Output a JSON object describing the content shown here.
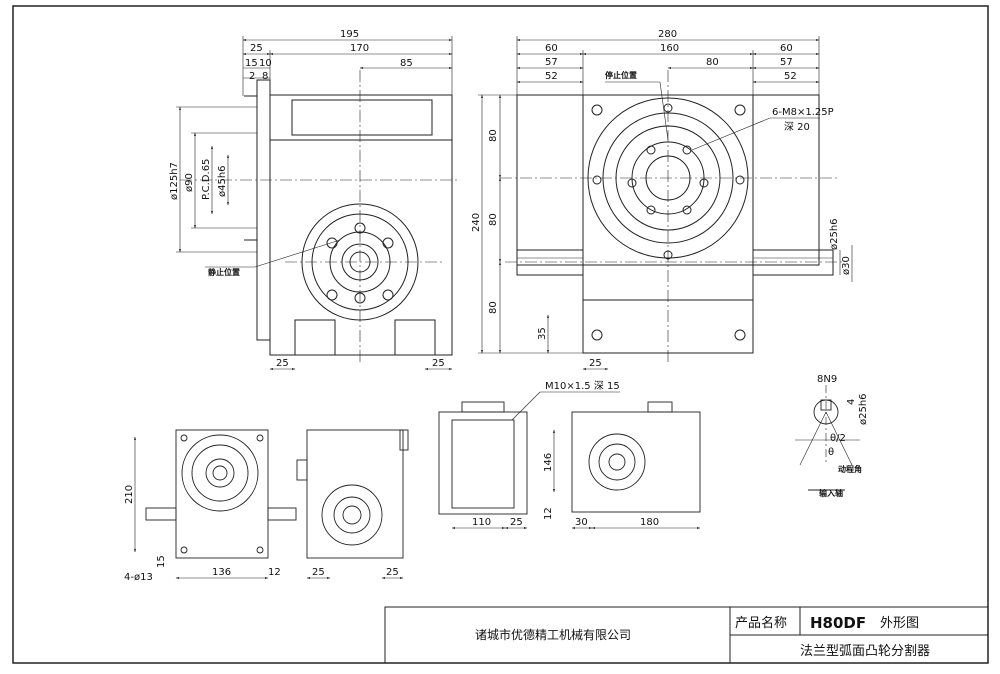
{
  "colors": {
    "line": "#222222",
    "hidden": "#555555",
    "background": "#ffffff"
  },
  "title_block": {
    "company": "诸城市优德精工机械有限公司",
    "product_label": "产品名称",
    "model": "H80DF",
    "drawing_type": "外形图",
    "product_name": "法兰型弧面凸轮分割器"
  },
  "side_view": {
    "dims": {
      "overall": "195",
      "left_offset": "25",
      "main": "170",
      "right": "85",
      "d15": "15",
      "d10": "10",
      "d2": "2",
      "d8": "8",
      "bottom_left": "25",
      "bottom_right": "25",
      "flange_dia": "ø125h7",
      "bore_dia": "ø90",
      "pcd": "P.C.D.65",
      "shaft_dia": "ø45h6"
    },
    "stop_label": "静止位置"
  },
  "front_view": {
    "dims": {
      "overall": "280",
      "left": "60",
      "center": "160",
      "right": "60",
      "l57": "57",
      "r57": "57",
      "l52": "52",
      "r52": "52",
      "d80": "80",
      "v80_top": "80",
      "v240": "240",
      "v80_mid": "80",
      "v80_bottom": "80",
      "v35": "35",
      "b25": "25",
      "shaft_dia": "ø25h6",
      "shaft_len": "ø30"
    },
    "stop_label": "停止位置",
    "thread_note": "6-M8×1.25P",
    "depth_note": "深 20"
  },
  "small_views": {
    "v210": "210",
    "w136": "136",
    "w12": "12",
    "holes": "4-ø13",
    "h15": "15",
    "b25a": "25",
    "b25b": "25",
    "m10_note": "M10×1.5  深 15",
    "w110": "110",
    "w25": "25",
    "h146": "146",
    "h12": "12",
    "w30": "30",
    "w180": "180"
  },
  "keyway_detail": {
    "key": "8N9",
    "depth": "4",
    "shaft_dia": "ø25h6",
    "angle1": "θ/2",
    "angle2": "θ",
    "drive_angle_label": "动程角",
    "input_label": "输入轴"
  }
}
